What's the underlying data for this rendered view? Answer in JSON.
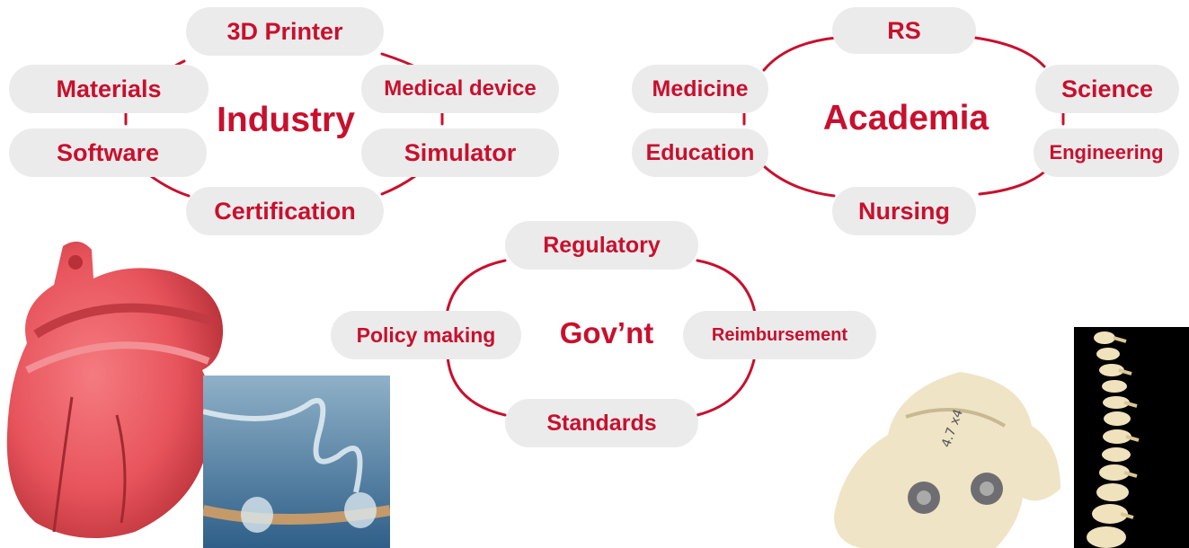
{
  "colors": {
    "accent": "#c8102e",
    "pill_bg": "#ebebeb"
  },
  "industry": {
    "title": "Industry",
    "nodes": {
      "printer": "3D Printer",
      "materials": "Materials",
      "medical_device": "Medical device",
      "software": "Software",
      "simulator": "Simulator",
      "certification": "Certification"
    }
  },
  "academia": {
    "title": "Academia",
    "nodes": {
      "rs": "RS",
      "medicine": "Medicine",
      "science": "Science",
      "education": "Education",
      "engineering": "Engineering",
      "nursing": "Nursing"
    }
  },
  "government": {
    "title": "Gov’nt",
    "nodes": {
      "regulatory": "Regulatory",
      "policy": "Policy making",
      "reimbursement": "Reimbursement",
      "standards": "Standards"
    }
  },
  "photos": {
    "heart": "heart-model-photo",
    "vessel": "vascular-model-photo",
    "vertebra": "vertebra-model-photo",
    "spine": "spine-model-photo",
    "vertebra_label": "4.7 x4"
  }
}
